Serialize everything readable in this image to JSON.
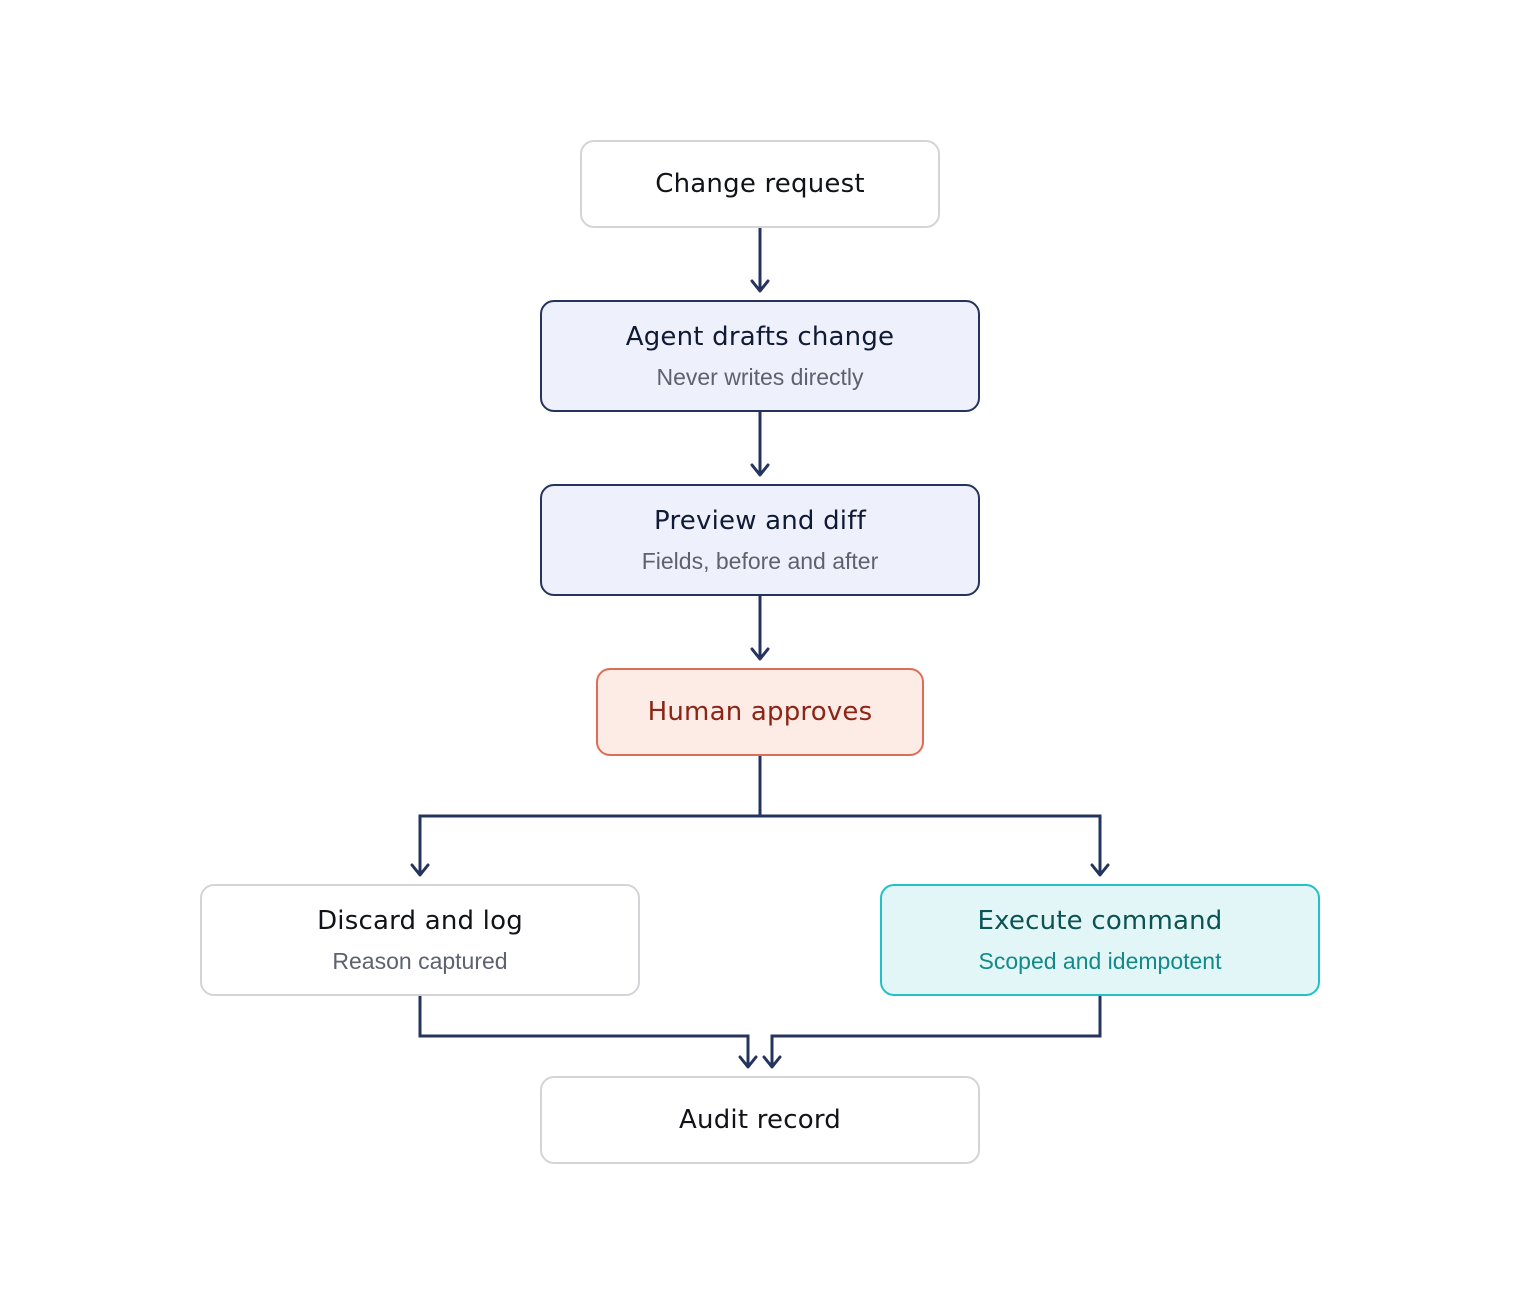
{
  "nodes": {
    "change_request": {
      "title": "Change request"
    },
    "agent_drafts": {
      "title": "Agent drafts change",
      "subtitle": "Never writes directly"
    },
    "preview_diff": {
      "title": "Preview and diff",
      "subtitle": "Fields, before and after"
    },
    "human_approves": {
      "title": "Human approves"
    },
    "discard_log": {
      "title": "Discard and log",
      "subtitle": "Reason captured"
    },
    "execute_command": {
      "title": "Execute command",
      "subtitle": "Scoped and idempotent"
    },
    "audit_record": {
      "title": "Audit record"
    }
  },
  "colors": {
    "connector": "#24345c",
    "plain_border": "#d4d4d8",
    "blue_fill": "#eef1fb",
    "blue_border": "#24345c",
    "approval_fill": "#fdebe5",
    "approval_border": "#de6d57",
    "approval_text": "#8c2516",
    "execute_fill": "#e3f6f7",
    "execute_border": "#22c1c9",
    "execute_text": "#0c5454"
  },
  "edges": [
    {
      "from": "change_request",
      "to": "agent_drafts"
    },
    {
      "from": "agent_drafts",
      "to": "preview_diff"
    },
    {
      "from": "preview_diff",
      "to": "human_approves"
    },
    {
      "from": "human_approves",
      "to": "discard_log"
    },
    {
      "from": "human_approves",
      "to": "execute_command"
    },
    {
      "from": "discard_log",
      "to": "audit_record"
    },
    {
      "from": "execute_command",
      "to": "audit_record"
    }
  ]
}
